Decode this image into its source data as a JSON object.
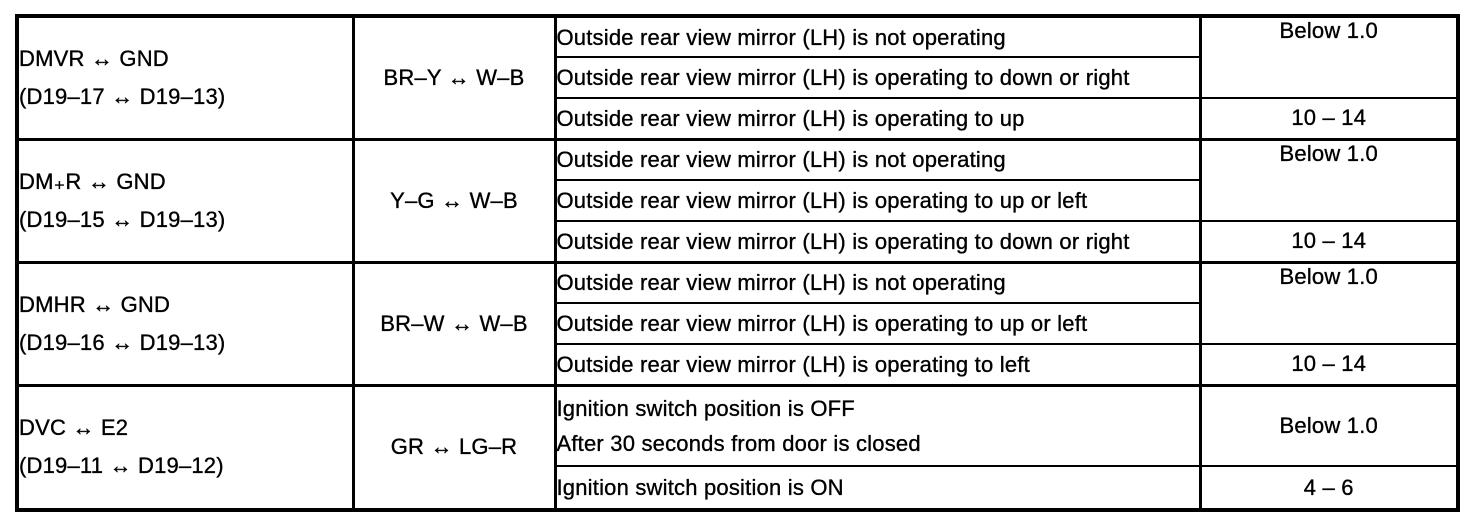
{
  "table": {
    "groups": [
      {
        "terminal": "DMVR ↔ GND",
        "pins": "(D19–17 ↔ D19–13)",
        "wire": "BR–Y ↔ W–B",
        "conditions": [
          "Outside rear view mirror (LH) is not operating",
          "Outside rear view mirror (LH) is operating to down or right",
          "Outside rear view mirror (LH) is operating to up"
        ],
        "value_top": "Below 1.0",
        "value_bottom": "10 – 14"
      },
      {
        "terminal": "DM₊R ↔ GND",
        "pins": "(D19–15 ↔ D19–13)",
        "wire": "Y–G ↔ W–B",
        "conditions": [
          "Outside rear view mirror (LH) is not operating",
          "Outside rear view mirror (LH) is operating to up or left",
          "Outside rear view mirror (LH) is operating to down or right"
        ],
        "value_top": "Below 1.0",
        "value_bottom": "10 – 14"
      },
      {
        "terminal": "DMHR ↔ GND",
        "pins": "(D19–16 ↔ D19–13)",
        "wire": "BR–W ↔ W–B",
        "conditions": [
          "Outside rear view mirror (LH) is not operating",
          "Outside rear view mirror (LH) is operating to up or left",
          "Outside rear view mirror (LH) is operating to left"
        ],
        "value_top": "Below 1.0",
        "value_bottom": "10 – 14"
      },
      {
        "terminal": "DVC ↔ E2",
        "pins": "(D19–11 ↔ D19–12)",
        "wire": "GR ↔ LG–R",
        "condition_off_1": "Ignition switch position is OFF",
        "condition_off_2": "After 30 seconds from door is closed",
        "condition_on": "Ignition switch position is ON",
        "value_top": "Below 1.0",
        "value_bottom": "4 – 6"
      }
    ]
  }
}
